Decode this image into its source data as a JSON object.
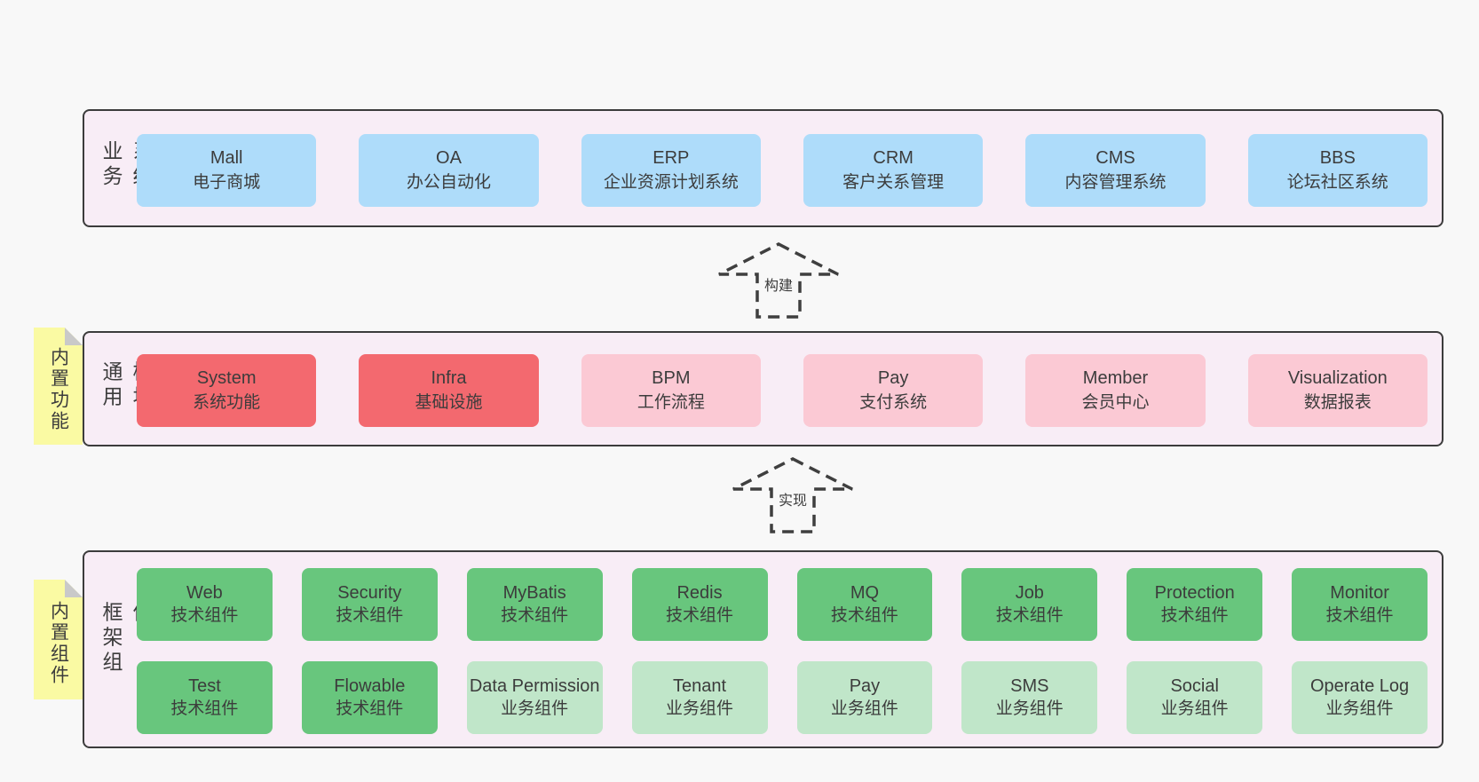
{
  "colors": {
    "bg": "#f8f8f8",
    "panelBg": "#f8edf6",
    "panelBorder": "#3c3c3c",
    "blue": "#aedcfa",
    "red": "#f3696f",
    "pink": "#fbc9d4",
    "green": "#68c67d",
    "lightGreen": "#c0e6c9",
    "yellow": "#fafaa3",
    "fold": "#c9c9c9",
    "text": "#3c3c3c",
    "arrowStroke": "#3f3f3f"
  },
  "arrows": [
    {
      "label": "构建"
    },
    {
      "label": "实现"
    }
  ],
  "panels": [
    {
      "label": "业务系统",
      "tab": null,
      "rows": [
        [
          {
            "name": "Mall",
            "desc": "电子商城",
            "color": "blue"
          },
          {
            "name": "OA",
            "desc": "办公自动化",
            "color": "blue"
          },
          {
            "name": "ERP",
            "desc": "企业资源计划系统",
            "color": "blue"
          },
          {
            "name": "CRM",
            "desc": "客户关系管理",
            "color": "blue"
          },
          {
            "name": "CMS",
            "desc": "内容管理系统",
            "color": "blue"
          },
          {
            "name": "BBS",
            "desc": "论坛社区系统",
            "color": "blue"
          }
        ]
      ]
    },
    {
      "label": "通用模块",
      "tab": "内置功能",
      "rows": [
        [
          {
            "name": "System",
            "desc": "系统功能",
            "color": "red"
          },
          {
            "name": "Infra",
            "desc": "基础设施",
            "color": "red"
          },
          {
            "name": "BPM",
            "desc": "工作流程",
            "color": "pink"
          },
          {
            "name": "Pay",
            "desc": "支付系统",
            "color": "pink"
          },
          {
            "name": "Member",
            "desc": "会员中心",
            "color": "pink"
          },
          {
            "name": "Visualization",
            "desc": "数据报表",
            "color": "pink"
          }
        ]
      ]
    },
    {
      "label": "框架组件",
      "tab": "内置组件",
      "rows": [
        [
          {
            "name": "Web",
            "desc": "技术组件",
            "color": "green"
          },
          {
            "name": "Security",
            "desc": "技术组件",
            "color": "green"
          },
          {
            "name": "MyBatis",
            "desc": "技术组件",
            "color": "green"
          },
          {
            "name": "Redis",
            "desc": "技术组件",
            "color": "green"
          },
          {
            "name": "MQ",
            "desc": "技术组件",
            "color": "green"
          },
          {
            "name": "Job",
            "desc": "技术组件",
            "color": "green"
          },
          {
            "name": "Protection",
            "desc": "技术组件",
            "color": "green"
          },
          {
            "name": "Monitor",
            "desc": "技术组件",
            "color": "green"
          }
        ],
        [
          {
            "name": "Test",
            "desc": "技术组件",
            "color": "green"
          },
          {
            "name": "Flowable",
            "desc": "技术组件",
            "color": "green"
          },
          {
            "name": "Data Permission",
            "desc": "业务组件",
            "color": "lightGreen"
          },
          {
            "name": "Tenant",
            "desc": "业务组件",
            "color": "lightGreen"
          },
          {
            "name": "Pay",
            "desc": "业务组件",
            "color": "lightGreen"
          },
          {
            "name": "SMS",
            "desc": "业务组件",
            "color": "lightGreen"
          },
          {
            "name": "Social",
            "desc": "业务组件",
            "color": "lightGreen"
          },
          {
            "name": "Operate Log",
            "desc": "业务组件",
            "color": "lightGreen"
          }
        ]
      ]
    }
  ]
}
